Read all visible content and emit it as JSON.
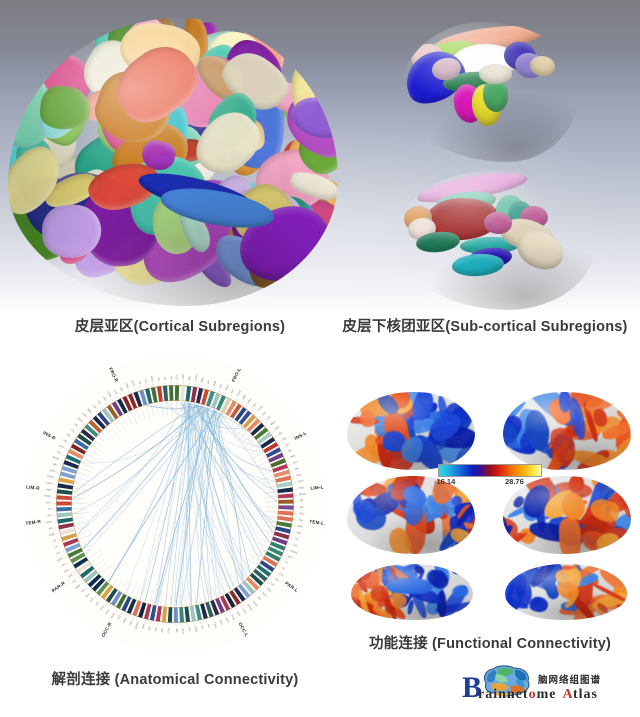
{
  "figure": {
    "title_present": false,
    "background": {
      "top_gradient_from": "#7c7c82",
      "top_gradient_to": "#ffffff",
      "bottom": "#ffffff"
    }
  },
  "panels": [
    {
      "id": "cortical",
      "caption_cn": "皮层亚区",
      "caption_en": "(Cortical Subregions)",
      "caption_full": "皮层亚区(Cortical Subregions)",
      "description": "Lateral view of a 3-D cortical surface parcellated into many coloured subregions"
    },
    {
      "id": "subcortical",
      "caption_cn": "皮层下核团亚区",
      "caption_en": "(Sub-cortical Subregions)",
      "caption_full": "皮层下核团亚区(Sub-cortical Subregions)",
      "description": "Two 3-D renderings of parcellated sub-cortical nuclei"
    },
    {
      "id": "anatomical",
      "caption_cn": "解剖连接",
      "caption_en": "(Anatomical Connectivity)",
      "caption_full": "解剖连接 (Anatomical Connectivity)",
      "description": "Circular connectogram with coloured outer ring segments and blue chords"
    },
    {
      "id": "functional",
      "caption_cn": "功能连接",
      "caption_en": "(Functional Connectivity)",
      "caption_full": "功能连接 (Functional Connectivity)",
      "description": "Six inflated cortical surface views with red/blue statistical maps"
    }
  ],
  "colorbar": {
    "min_label": "-16.14",
    "max_label": "28.76",
    "min_value": -16.14,
    "max_value": 28.76,
    "stops": [
      "#2fd9e8",
      "#1560d8",
      "#0a1fbf",
      "#8b0d22",
      "#d41a10",
      "#f06a0c",
      "#fbab08",
      "#ffe94a"
    ]
  },
  "connectogram": {
    "group_labels": [
      "FRO-L",
      "FRO-R",
      "INS-L",
      "INS-R",
      "LIM-L",
      "LIM-R",
      "TEM-L",
      "TEM-R",
      "PAR-L",
      "PAR-R",
      "OCC-L",
      "OCC-R"
    ],
    "chord_color": "#7fb4d6",
    "ring_segment_count": 123,
    "ring_palette": [
      "#2f5f5a",
      "#3f8c82",
      "#9dc4bd",
      "#1b2a4a",
      "#2f4f8f",
      "#6f8fc4",
      "#8c2b2b",
      "#c0392b",
      "#e0725a",
      "#d9a441",
      "#7a4a8c",
      "#4a7a3a",
      "#1f6f74",
      "#b03a5b",
      "#e8e4d8"
    ]
  },
  "logo": {
    "cn_text": "脑网络组图谱",
    "initial": "B",
    "word_rest": "rainnet",
    "word_o": "o",
    "word_tail": "me",
    "word_atlas_a": "A",
    "word_atlas_rest": "tlas",
    "full_en": "Brainnetome Atlas",
    "initial_color": "#1b3f96",
    "text_color": "#2b2b2b",
    "accent_color": "#c0392b"
  }
}
